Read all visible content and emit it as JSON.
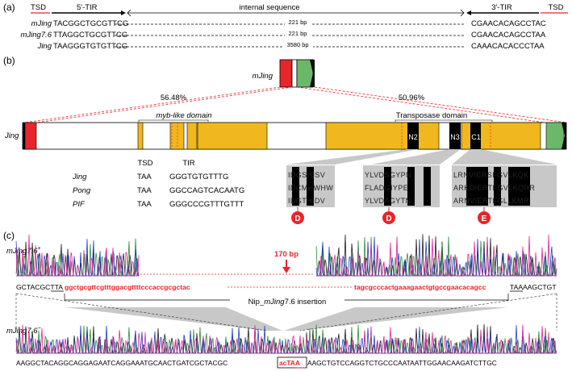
{
  "panels": {
    "a": "(a)",
    "b": "(b)",
    "c": "(c)"
  },
  "a": {
    "tsd": "TSD",
    "tir5": "5′-TIR",
    "internal": "internal sequence",
    "tir3": "3′-TIR",
    "tsd_r": "TSD",
    "rows": [
      {
        "name": "mJing",
        "left": "TACGGCTGCGTTCG",
        "size": "221 bp",
        "right": "CGAACACAGCCTAC"
      },
      {
        "name": "mJing7.6",
        "left": "TTAGGCTGCGTTCG",
        "size": "221 bp",
        "right": "CGAACACAGCCTAA"
      },
      {
        "name": "Jing",
        "left": "TAAGGGTGTGTTCG",
        "size": "3580 bp",
        "right": "CAAACACACCCTAA"
      }
    ]
  },
  "b": {
    "mjing_label": "mJing",
    "pct_left": "56.48%",
    "pct_right": "50.96%",
    "myb_label": "myb-like domain",
    "tpase_label": "Transposase domain",
    "jing_label": "Jing",
    "motifs": [
      "N2",
      "N3",
      "C1"
    ],
    "table_header": {
      "tsd": "TSD",
      "tir": "TIR"
    },
    "table_rows": [
      {
        "name": "Jing",
        "tsd": "TAA",
        "tir": "GGGTGTGTTTG"
      },
      {
        "name": "Pong",
        "tsd": "TAA",
        "tir": "GGCCAGTCACAATG"
      },
      {
        "name": "PIF",
        "tsd": "TAA",
        "tir": "GGGCCCGTTTGTTT"
      }
    ],
    "aln1": [
      "IDGSHISV",
      "IDCMHWHW",
      "IDGTHIDV"
    ],
    "aln2": [
      "YLVDSGYPN",
      "FLADGIYPE",
      "YLVDAGYTN"
    ],
    "aln3": [
      "LRNVIERSFGVLKQK",
      "ARKDIERTFGVLKQRR",
      "ARNVIERTFGLLKMR"
    ],
    "catalytic": [
      "D",
      "D",
      "E"
    ]
  },
  "c": {
    "trace_top": "mJing7.6",
    "trace_top_sup": "+",
    "arrow_label": "170 bp",
    "seq_left_black": "GCTACGCTTA",
    "seq_left_red": "ggctgcgttcgtttggacgttttcccaccgcgctac",
    "seq_right_red": "tagcgcccactgaaagaactgtgccgaacacagcc",
    "seq_right_black": "TAAAAGCTGT",
    "insertion_label": "Nip_mJing7.6 insertion",
    "trace_bot": "mJing7.6",
    "trace_bot_sup": "−",
    "seq_bot_a": "AAGGCTACAGGCAGGAGAATCAGGAAATGCAACTGATCGCTACGC",
    "seq_bot_box": "acTAA",
    "seq_bot_b": "AAGCTGTCCAGGTCTGCCCAATAATTGGAACAAGATCTTGC"
  },
  "colors": {
    "red": "#e8252a",
    "green": "#6cb86a",
    "gold": "#f0b71e",
    "black": "#000000"
  }
}
